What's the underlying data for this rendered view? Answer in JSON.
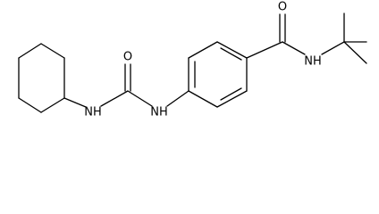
{
  "molecule": {
    "atom_labels": {
      "urea_oxygen": "O",
      "urea_nh_left": "NH",
      "urea_nh_right": "NH",
      "amide_oxygen": "O",
      "amide_nh": "NH"
    }
  }
}
